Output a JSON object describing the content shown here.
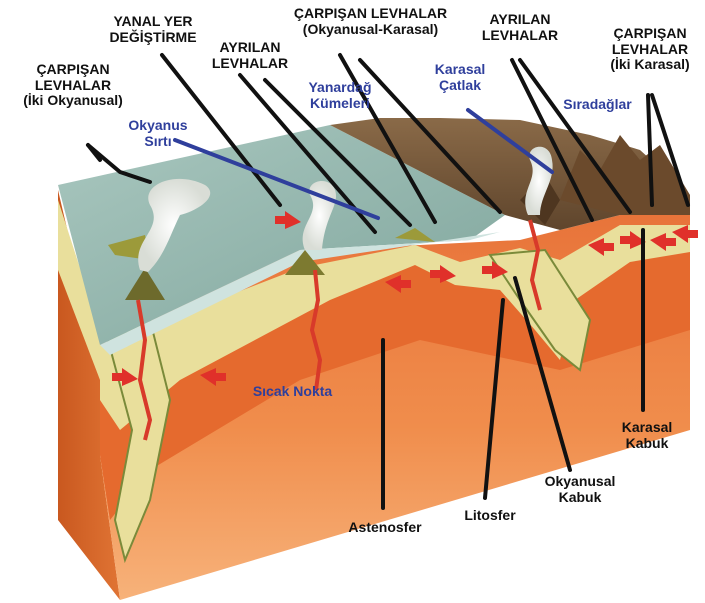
{
  "labels": {
    "carpisan_iki_okyanusal": [
      "ÇARPIŞAN",
      "LEVHALAR",
      "(İki Okyanusal)"
    ],
    "yanal_yer_degistirme": [
      "YANAL YER",
      "DEĞİŞTİRME"
    ],
    "ayrilan_levhalar_1": [
      "AYRILAN",
      "LEVHALAR"
    ],
    "carpisan_okyanusal_karasal": [
      "ÇARPIŞAN LEVHALAR",
      "(Okyanusal-Karasal)"
    ],
    "ayrilan_levhalar_2": [
      "AYRILAN",
      "LEVHALAR"
    ],
    "carpisan_iki_karasal": [
      "ÇARPIŞAN",
      "LEVHALAR",
      "(İki Karasal)"
    ],
    "okyanus_sirti": [
      "Okyanus",
      "Sırtı"
    ],
    "yanardag_kumeleri": [
      "Yanardağ",
      "Kümeleri"
    ],
    "karasal_catlak": [
      "Karasal",
      "Çatlak"
    ],
    "siradaglar": "Sıradağlar",
    "sicak_nokta": "Sıcak Nokta",
    "karasal_kabuk": [
      "Karasal",
      "Kabuk"
    ],
    "okyanusal_kabuk": [
      "Okyanusal",
      "Kabuk"
    ],
    "litosfer": "Litosfer",
    "astenosfer": "Astenosfer"
  },
  "colors": {
    "label_black": "#111111",
    "label_blue": "#2f3f9c",
    "ocean": "#8fb3ab",
    "lithosphere": "#e9df9c",
    "asthenosphere": "#e8743a",
    "mantle_deep": "#f2a468",
    "continent": "#7a5a3c",
    "arrows": "#e0302a"
  }
}
